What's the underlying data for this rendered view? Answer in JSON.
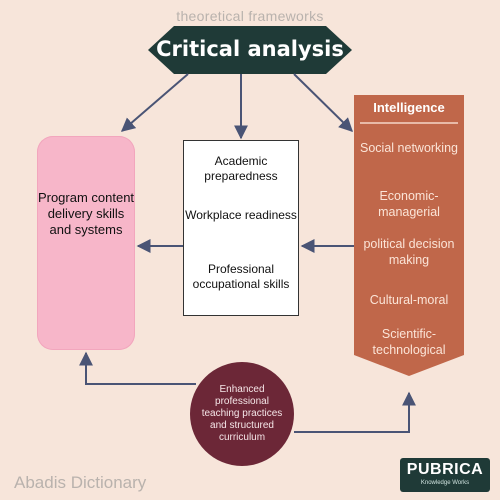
{
  "watermark_top": "theoretical frameworks",
  "title": "Critical analysis",
  "left_box": {
    "text": "Program content delivery skills and systems"
  },
  "middle_box": {
    "items": [
      "Academic preparedness",
      "Workplace readiness",
      "Professional occupational skills"
    ]
  },
  "intelligence": {
    "label": "Intelligence",
    "items": [
      "Social networking",
      "Economic-managerial",
      "political decision making",
      "Cultural-moral",
      "Scientific-technological"
    ]
  },
  "circle_text": "Enhanced professional teaching practices and structured curriculum",
  "watermark_bottom": "Abadis Dictionary",
  "logo": {
    "name": "PUBRICA",
    "tagline": "Knowledge Works"
  },
  "colors": {
    "background": "#f7e5da",
    "hexagon": "#1f3a37",
    "pink_box": "#f7b6c9",
    "brown_panel": "#c0674a",
    "circle": "#6c2737",
    "arrows": "#4a5475"
  }
}
